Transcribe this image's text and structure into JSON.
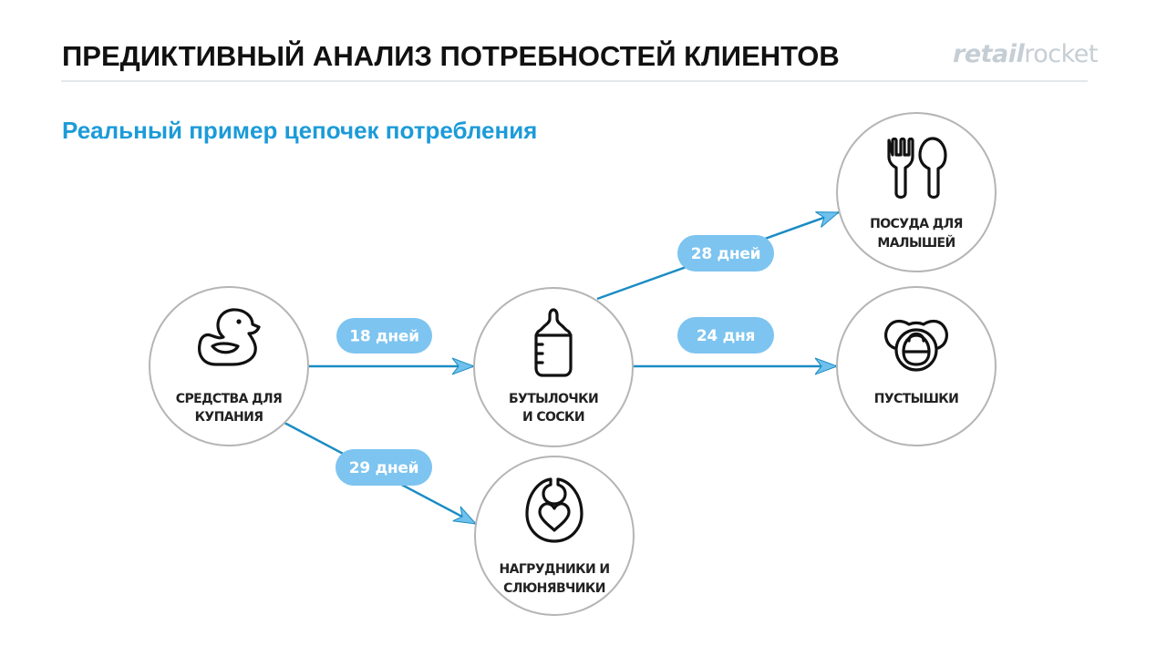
{
  "header": {
    "title": "ПРЕДИКТИВНЫЙ АНАЛИЗ ПОТРЕБНОСТЕЙ КЛИЕНТОВ",
    "logo": {
      "bold": "retail",
      "light": "rocket"
    }
  },
  "subtitle": "Реальный пример цепочек потребления",
  "colors": {
    "accent": "#1c9bd8",
    "arrow": "#1a8cc4",
    "pill": "#7dc4f0",
    "node_border": "#b5b5b5",
    "logo": "#c5ced4"
  },
  "nodes": [
    {
      "id": "bathing",
      "icon": "rubber-duck-icon",
      "label_lines": [
        "СРЕДСТВА ДЛЯ",
        "КУПАНИЯ"
      ]
    },
    {
      "id": "bottles",
      "icon": "baby-bottle-icon",
      "label_lines": [
        "БУТЫЛОЧКИ",
        "И СОСКИ"
      ]
    },
    {
      "id": "tableware",
      "icon": "fork-spoon-icon",
      "label_lines": [
        "ПОСУДА ДЛЯ",
        "МАЛЫШЕЙ"
      ]
    },
    {
      "id": "pacifiers",
      "icon": "pacifier-icon",
      "label_lines": [
        "ПУСТЫШКИ"
      ]
    },
    {
      "id": "bibs",
      "icon": "bib-icon",
      "label_lines": [
        "НАГРУДНИКИ И",
        "СЛЮНЯВЧИКИ"
      ]
    }
  ],
  "edges": [
    {
      "from": "bathing",
      "to": "bottles",
      "label": "18 дней",
      "days": 18
    },
    {
      "from": "bottles",
      "to": "tableware",
      "label": "28 дней",
      "days": 28
    },
    {
      "from": "bottles",
      "to": "pacifiers",
      "label": "24 дня",
      "days": 24
    },
    {
      "from": "bathing",
      "to": "bibs",
      "label": "29 дней",
      "days": 29
    }
  ]
}
